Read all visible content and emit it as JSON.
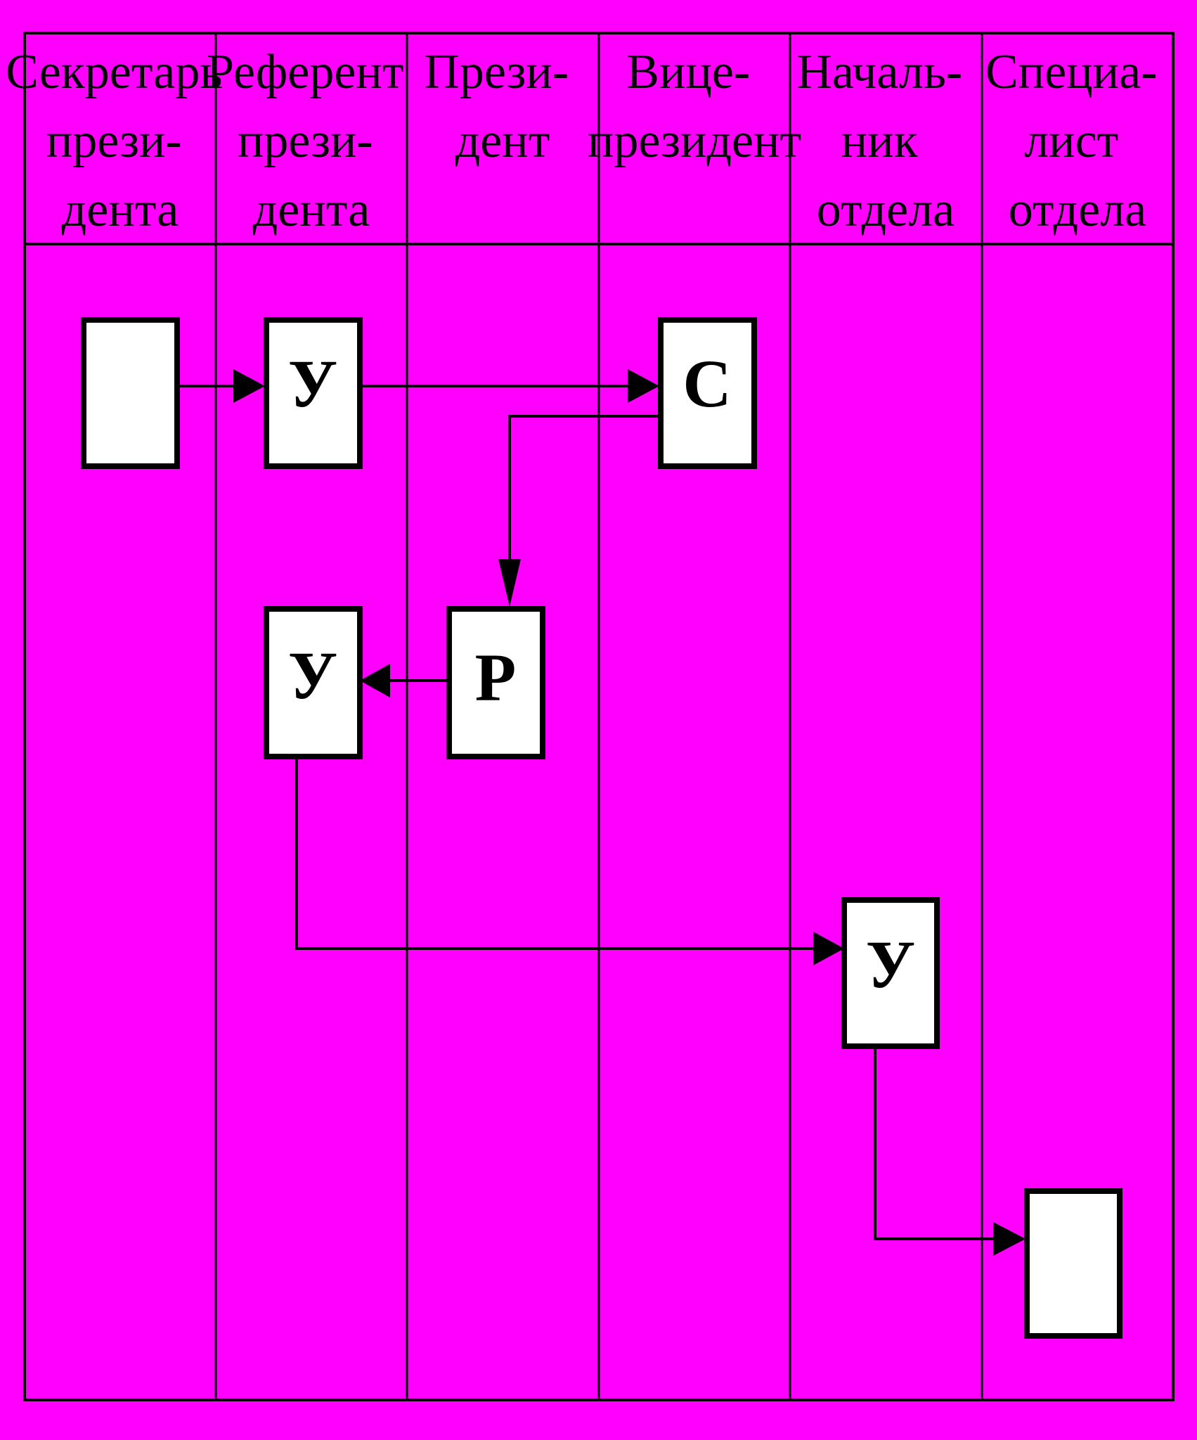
{
  "colors": {
    "background": "#ff00ff",
    "line": "#000000",
    "box_fill": "#ffffff"
  },
  "lanes": [
    {
      "id": "secretary",
      "title_lines": [
        "Секретарь",
        "прези-",
        "дента"
      ]
    },
    {
      "id": "referent",
      "title_lines": [
        "Референт",
        "прези-",
        "дента"
      ]
    },
    {
      "id": "president",
      "title_lines": [
        "Прези-",
        "дент"
      ]
    },
    {
      "id": "vice_president",
      "title_lines": [
        "Вице-",
        "президент"
      ]
    },
    {
      "id": "dept_head",
      "title_lines": [
        "Началь-",
        "ник",
        "отдела"
      ]
    },
    {
      "id": "dept_specialist",
      "title_lines": [
        "Специа-",
        "лист",
        "отдела"
      ]
    }
  ],
  "boxes": [
    {
      "id": "b1",
      "lane": "secretary",
      "label": ""
    },
    {
      "id": "b2",
      "lane": "referent",
      "label": "У"
    },
    {
      "id": "b3",
      "lane": "vice_president",
      "label": "С"
    },
    {
      "id": "b4",
      "lane": "president",
      "label": "Р"
    },
    {
      "id": "b5",
      "lane": "referent",
      "label": "У"
    },
    {
      "id": "b6",
      "lane": "dept_head",
      "label": "У"
    },
    {
      "id": "b7",
      "lane": "dept_specialist",
      "label": ""
    }
  ],
  "flows": [
    {
      "from": "b1",
      "to": "b2"
    },
    {
      "from": "b2",
      "to": "b3"
    },
    {
      "from": "b3",
      "to": "b4"
    },
    {
      "from": "b4",
      "to": "b5"
    },
    {
      "from": "b5",
      "to": "b6"
    },
    {
      "from": "b6",
      "to": "b7"
    }
  ]
}
